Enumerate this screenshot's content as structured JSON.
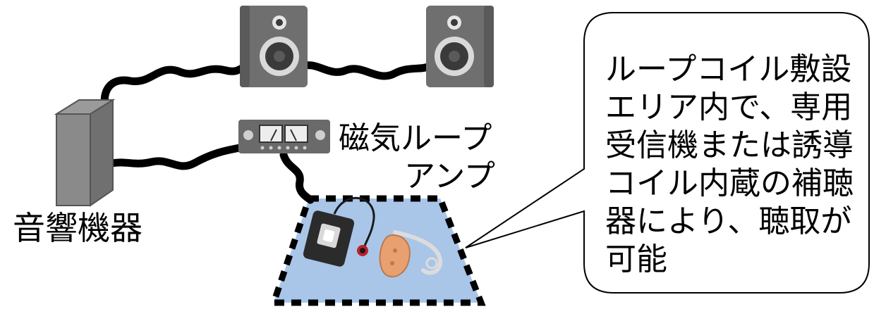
{
  "labels": {
    "audio_source": "音響機器",
    "amp_line1": "磁気ループ",
    "amp_line2": "アンプ"
  },
  "callout": {
    "lines": [
      "ループコイル敷設",
      "エリア内で、専用",
      "受信機または誘導",
      "コイル内蔵の補聴",
      "器により、聴取が",
      "可能"
    ]
  },
  "colors": {
    "loop_area_fill": "#a9c6e8",
    "cable": "#000000",
    "speaker_body": "#6f6f6f",
    "receiver_body": "#2b2b2b",
    "hearing_aid": "#e8a070"
  },
  "icons": [
    "speaker-icon",
    "audio-device-icon",
    "amplifier-icon",
    "receiver-icon",
    "earphone-icon",
    "hearing-aid-icon"
  ]
}
